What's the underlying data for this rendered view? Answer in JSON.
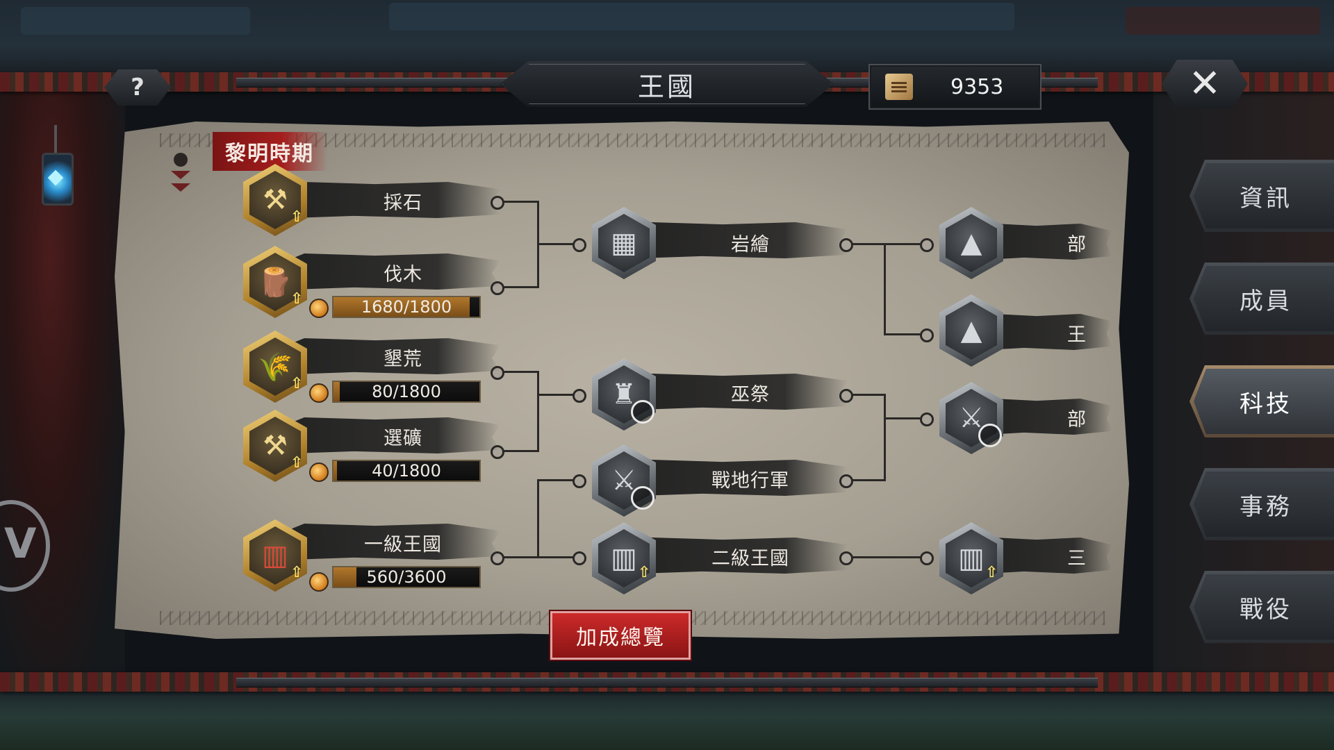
{
  "window": {
    "title": "王國",
    "help_label": "?",
    "close_label": "✕"
  },
  "currency": {
    "icon": "scroll-icon",
    "value": "9353"
  },
  "era": {
    "label": "黎明時期"
  },
  "tiers": {
    "col1": [
      {
        "name": "採石",
        "icon": "stone-hammer-icon",
        "progress": null
      },
      {
        "name": "伐木",
        "icon": "lumber-icon",
        "progress": "1680/1800",
        "fraction": 0.933
      },
      {
        "name": "墾荒",
        "icon": "wheat-icon",
        "progress": "80/1800",
        "fraction": 0.044
      },
      {
        "name": "選礦",
        "icon": "anvil-icon",
        "progress": "40/1800",
        "fraction": 0.022
      },
      {
        "name": "一級王國",
        "icon": "castle-gate-icon",
        "progress": "560/3600",
        "fraction": 0.156
      }
    ],
    "col2": [
      {
        "name": "岩繪",
        "icon": "treasure-chest-icon"
      },
      {
        "name": "巫祭",
        "icon": "shaman-icon"
      },
      {
        "name": "戰地行軍",
        "icon": "marching-army-icon"
      },
      {
        "name": "二級王國",
        "icon": "castle-gate-icon"
      }
    ],
    "col3": [
      {
        "name": "部",
        "icon": "banner-tower-icon"
      },
      {
        "name": "王",
        "icon": "banner-tower-icon"
      },
      {
        "name": "部",
        "icon": "army-icon"
      },
      {
        "name": "三",
        "icon": "castle-gate-icon"
      }
    ]
  },
  "tabs": [
    {
      "label": "資訊",
      "active": false
    },
    {
      "label": "成員",
      "active": false
    },
    {
      "label": "科技",
      "active": true
    },
    {
      "label": "事務",
      "active": false
    },
    {
      "label": "戰役",
      "active": false
    }
  ],
  "bonus_button": {
    "label": "加成總覽"
  },
  "colors": {
    "accent_red": "#a51d1d",
    "progress_fill": "#b0772c",
    "parchment": "#b9b2a4"
  }
}
